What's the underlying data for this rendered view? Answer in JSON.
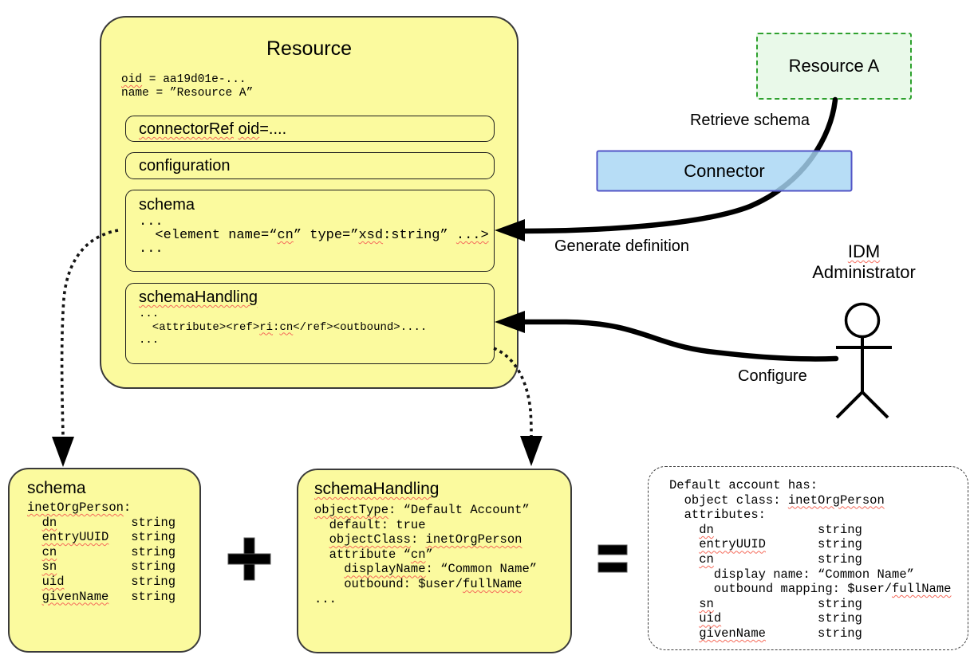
{
  "palette": {
    "box_fill": "#fbfa9e",
    "box_border": "#3a3a3a",
    "green_fill": "#e9f9e9",
    "green_border": "#2ea12e",
    "blue_fill": "#a7d5f4",
    "blue_border": "#5254c6",
    "squiggle": "#f56a5a",
    "arrow": "#000000"
  },
  "diagram": {
    "resource": {
      "title": "Resource",
      "meta": [
        [
          {
            "t": "oid",
            "sq": 1
          },
          {
            "t": " = aa19d01e-..."
          }
        ],
        [
          {
            "t": "name = ”Resource A”"
          }
        ]
      ],
      "connector_ref": [
        [
          {
            "t": "connectorRef",
            "sq": 1
          },
          {
            "t": " "
          },
          {
            "t": "oid",
            "sq": 1
          },
          {
            "t": "=...."
          }
        ]
      ],
      "configuration": "configuration",
      "schema_title": "schema",
      "schema_code": [
        [
          {
            "t": "..."
          }
        ],
        [
          {
            "t": "  <element name=“"
          },
          {
            "t": "cn",
            "sq": 1
          },
          {
            "t": "” type=”"
          },
          {
            "t": "xsd",
            "sq": 1
          },
          {
            "t": ":string” "
          },
          {
            "t": "...>",
            "sq": 1
          }
        ],
        [
          {
            "t": "..."
          }
        ]
      ],
      "schema_handling_title": "schemaHandling",
      "schema_handling_code": [
        [
          {
            "t": "..."
          }
        ],
        [
          {
            "t": "  <attribute><ref>"
          },
          {
            "t": "ri",
            "sq": 1
          },
          {
            "t": ":"
          },
          {
            "t": "cn",
            "sq": 1
          },
          {
            "t": "</ref><outbound>...."
          }
        ],
        [
          {
            "t": "..."
          }
        ]
      ]
    },
    "resource_a": {
      "label": "Resource A"
    },
    "connector": {
      "label": "Connector"
    },
    "labels": {
      "retrieve_schema": "Retrieve schema",
      "generate_definition": "Generate definition",
      "configure": "Configure"
    },
    "administrator": {
      "name": [
        [
          {
            "t": "IDM",
            "sq": 1
          }
        ],
        [
          {
            "t": "Administrator"
          }
        ]
      ]
    },
    "schema_result": {
      "title": "schema",
      "code": [
        [
          {
            "t": "inetOrgPerson",
            "sq": 1
          },
          {
            "t": ":"
          }
        ],
        [
          {
            "t": "  "
          },
          {
            "t": "dn",
            "sq": 1
          },
          {
            "t": "          string"
          }
        ],
        [
          {
            "t": "  "
          },
          {
            "t": "entryUUID",
            "sq": 1
          },
          {
            "t": "   string"
          }
        ],
        [
          {
            "t": "  "
          },
          {
            "t": "cn",
            "sq": 1
          },
          {
            "t": "          string"
          }
        ],
        [
          {
            "t": "  "
          },
          {
            "t": "sn",
            "sq": 1
          },
          {
            "t": "          string"
          }
        ],
        [
          {
            "t": "  "
          },
          {
            "t": "uid",
            "sq": 1
          },
          {
            "t": "         string"
          }
        ],
        [
          {
            "t": "  "
          },
          {
            "t": "givenName",
            "sq": 1
          },
          {
            "t": "   string"
          }
        ]
      ]
    },
    "schema_handling_result": {
      "title": "schemaHandling",
      "code": [
        [
          {
            "t": "objectType",
            "sq": 1
          },
          {
            "t": ": “Default Account”"
          }
        ],
        [
          {
            "t": "  default: true"
          }
        ],
        [
          {
            "t": "  "
          },
          {
            "t": "objectClass",
            "sq": 1
          },
          {
            "t": ": "
          },
          {
            "t": "inetOrgPerson",
            "sq": 1
          }
        ],
        [
          {
            "t": "  attribute “"
          },
          {
            "t": "cn",
            "sq": 1
          },
          {
            "t": "”"
          }
        ],
        [
          {
            "t": "    "
          },
          {
            "t": "displayName",
            "sq": 1
          },
          {
            "t": ": “Common Name”"
          }
        ],
        [
          {
            "t": "    outbound: $user/"
          },
          {
            "t": "fullName",
            "sq": 1
          }
        ],
        [
          {
            "t": "..."
          }
        ]
      ]
    },
    "combined_result": {
      "code": [
        [
          {
            "t": "Default account has:"
          }
        ],
        [
          {
            "t": "  object class: "
          },
          {
            "t": "inetOrgPerson",
            "sq": 1
          }
        ],
        [
          {
            "t": "  attributes:"
          }
        ],
        [
          {
            "t": "    "
          },
          {
            "t": "dn",
            "sq": 1
          },
          {
            "t": "              string"
          }
        ],
        [
          {
            "t": "    "
          },
          {
            "t": "entryUUID",
            "sq": 1
          },
          {
            "t": "       string"
          }
        ],
        [
          {
            "t": "    "
          },
          {
            "t": "cn",
            "sq": 1
          },
          {
            "t": "              string"
          }
        ],
        [
          {
            "t": "      display name: “Common Name”"
          }
        ],
        [
          {
            "t": "      outbound mapping: $user/"
          },
          {
            "t": "fullName",
            "sq": 1
          }
        ],
        [
          {
            "t": "    "
          },
          {
            "t": "sn",
            "sq": 1
          },
          {
            "t": "              string"
          }
        ],
        [
          {
            "t": "    "
          },
          {
            "t": "uid",
            "sq": 1
          },
          {
            "t": "             string"
          }
        ],
        [
          {
            "t": "    "
          },
          {
            "t": "givenName",
            "sq": 1
          },
          {
            "t": "       string"
          }
        ]
      ]
    }
  }
}
